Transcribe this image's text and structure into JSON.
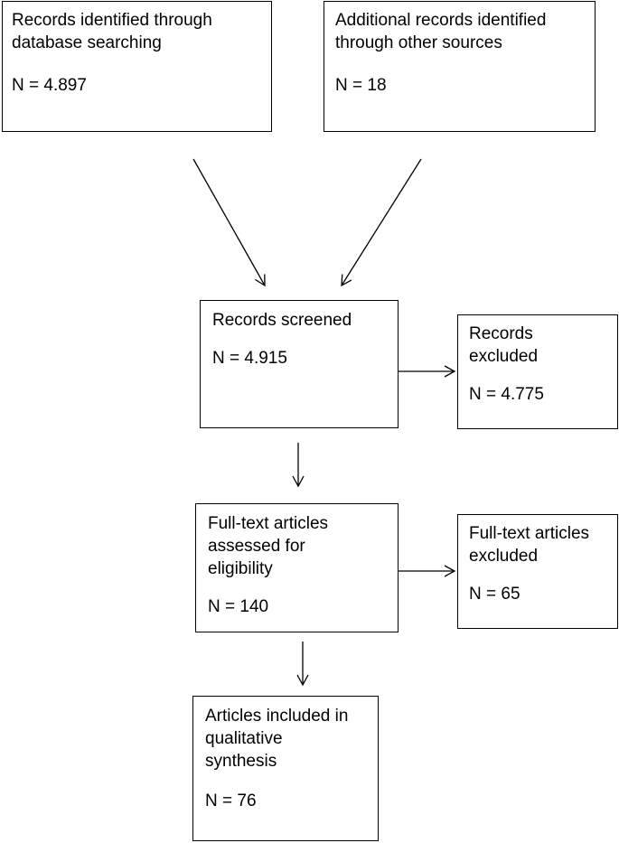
{
  "boxes": {
    "db_search": {
      "text": "Records identified through\ndatabase searching",
      "n": "N = 4.897"
    },
    "other_sources": {
      "text": "Additional records identified\nthrough other sources",
      "n": "N = 18"
    },
    "screened": {
      "text": "Records screened",
      "n": "N = 4.915"
    },
    "excluded": {
      "text": "Records\nexcluded",
      "n": "N = 4.775"
    },
    "fulltext": {
      "text": "Full-text articles\nassessed for\neligibility",
      "n": "N = 140"
    },
    "fulltext_excluded": {
      "text": "Full-text articles\nexcluded",
      "n": "N = 65"
    },
    "included": {
      "text": "Articles included in\nqualitative\nsynthesis",
      "n": "N = 76"
    }
  }
}
